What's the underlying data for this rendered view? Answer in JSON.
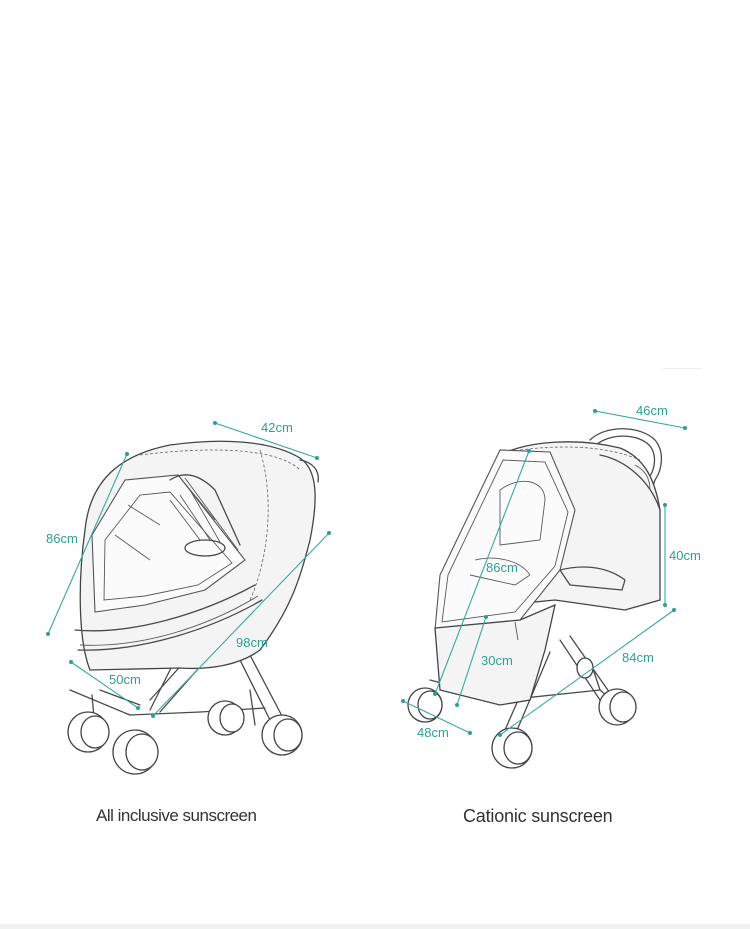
{
  "captions": {
    "left": "All inclusive sunscreen",
    "right": "Cationic sunscreen"
  },
  "dimensions_left": {
    "width": "42cm",
    "height": "86cm",
    "depth": "98cm",
    "bottom": "50cm"
  },
  "dimensions_right": {
    "width": "46cm",
    "height_front": "86cm",
    "height_side": "40cm",
    "lower": "30cm",
    "depth": "84cm",
    "bottom": "48cm"
  },
  "colors": {
    "dimension": "#2d9f95",
    "outline": "#4a4a4a",
    "caption": "#333333"
  }
}
